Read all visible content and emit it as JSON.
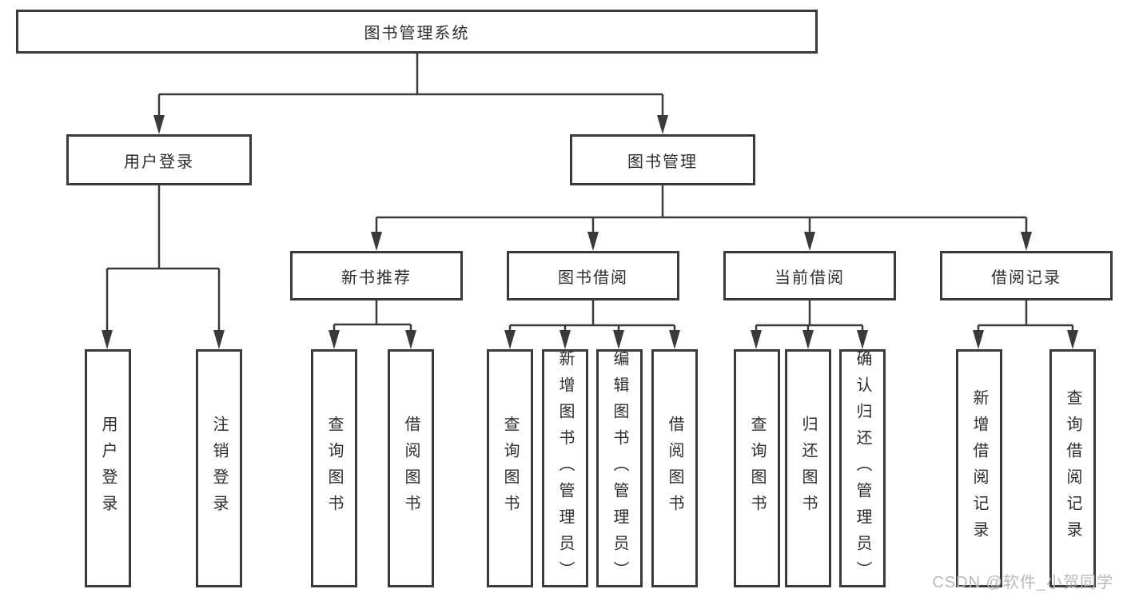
{
  "diagram": {
    "root": {
      "label": "图书管理系统"
    },
    "branches": {
      "user_login": {
        "label": "用户登录"
      },
      "book_management": {
        "label": "图书管理"
      }
    },
    "modules": {
      "new_book_recommend": {
        "label": "新书推荐"
      },
      "book_borrow": {
        "label": "图书借阅"
      },
      "current_borrow": {
        "label": "当前借阅"
      },
      "borrow_records": {
        "label": "借阅记录"
      }
    },
    "leaves": {
      "user_login_login": {
        "label": "用户登录"
      },
      "user_login_logout": {
        "label": "注销登录"
      },
      "rec_query_books": {
        "label": "查询图书"
      },
      "rec_borrow_books": {
        "label": "借阅图书"
      },
      "borrow_query_books": {
        "label": "查询图书"
      },
      "borrow_add_books": {
        "label": "新增图书（管理员）"
      },
      "borrow_edit_books": {
        "label": "编辑图书（管理员）"
      },
      "borrow_borrow_books": {
        "label": "借阅图书"
      },
      "current_query_books": {
        "label": "查询图书"
      },
      "current_return_books": {
        "label": "归还图书"
      },
      "current_confirm_return": {
        "label": "确认归还（管理员）"
      },
      "records_add_record": {
        "label": "新增借阅记录"
      },
      "records_query_record": {
        "label": "查询借阅记录"
      }
    }
  },
  "watermark": "CSDN @软件_小贺同学"
}
